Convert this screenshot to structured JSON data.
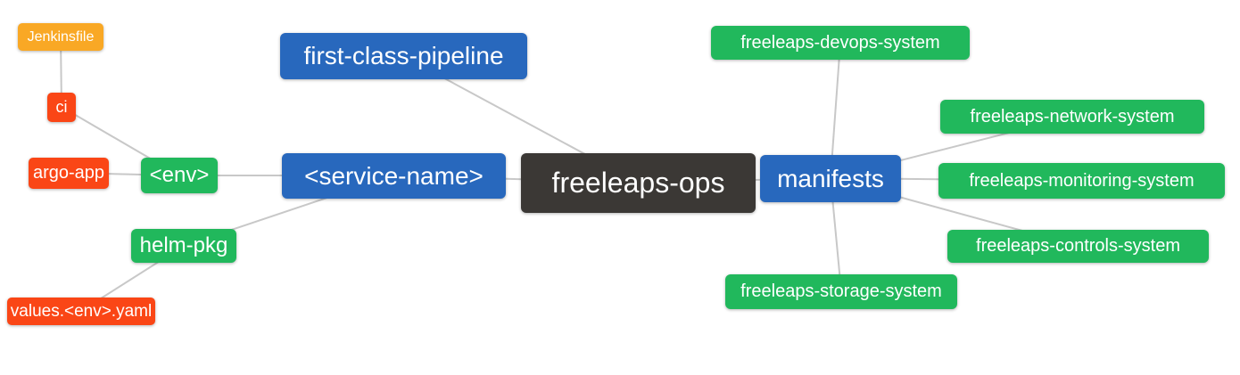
{
  "diagram": {
    "type": "mindmap",
    "background": "#ffffff",
    "edge_color": "#c8c8c8",
    "palette": {
      "root_node": "#3b3835",
      "branch_blue": "#2868bd",
      "group_green": "#21b85c",
      "leaf_red": "#fa4616",
      "leaf_orange": "#f9a825",
      "text": "#ffffff"
    },
    "nodes": {
      "freeleaps_ops": {
        "label": "freeleaps-ops",
        "color": "root_node"
      },
      "first_class_pipeline": {
        "label": "first-class-pipeline",
        "color": "branch_blue"
      },
      "service_name": {
        "label": "<service-name>",
        "color": "branch_blue"
      },
      "manifests": {
        "label": "manifests",
        "color": "branch_blue"
      },
      "env": {
        "label": "<env>",
        "color": "group_green"
      },
      "helm_pkg": {
        "label": "helm-pkg",
        "color": "group_green"
      },
      "ci": {
        "label": "ci",
        "color": "leaf_red"
      },
      "argo_app": {
        "label": "argo-app",
        "color": "leaf_red"
      },
      "jenkinsfile": {
        "label": "Jenkinsfile",
        "color": "leaf_orange"
      },
      "values_env_yaml": {
        "label": "values.<env>.yaml",
        "color": "leaf_red"
      },
      "devops_system": {
        "label": "freeleaps-devops-system",
        "color": "group_green"
      },
      "network_system": {
        "label": "freeleaps-network-system",
        "color": "group_green"
      },
      "monitoring_system": {
        "label": "freeleaps-monitoring-system",
        "color": "group_green"
      },
      "controls_system": {
        "label": "freeleaps-controls-system",
        "color": "group_green"
      },
      "storage_system": {
        "label": "freeleaps-storage-system",
        "color": "group_green"
      }
    },
    "edges": [
      [
        "jenkinsfile",
        "ci"
      ],
      [
        "ci",
        "env"
      ],
      [
        "argo_app",
        "env"
      ],
      [
        "env",
        "service_name"
      ],
      [
        "helm_pkg",
        "service_name"
      ],
      [
        "values_env_yaml",
        "helm_pkg"
      ],
      [
        "first_class_pipeline",
        "freeleaps_ops"
      ],
      [
        "service_name",
        "freeleaps_ops"
      ],
      [
        "freeleaps_ops",
        "manifests"
      ],
      [
        "manifests",
        "devops_system"
      ],
      [
        "manifests",
        "network_system"
      ],
      [
        "manifests",
        "monitoring_system"
      ],
      [
        "manifests",
        "controls_system"
      ],
      [
        "manifests",
        "storage_system"
      ]
    ]
  }
}
